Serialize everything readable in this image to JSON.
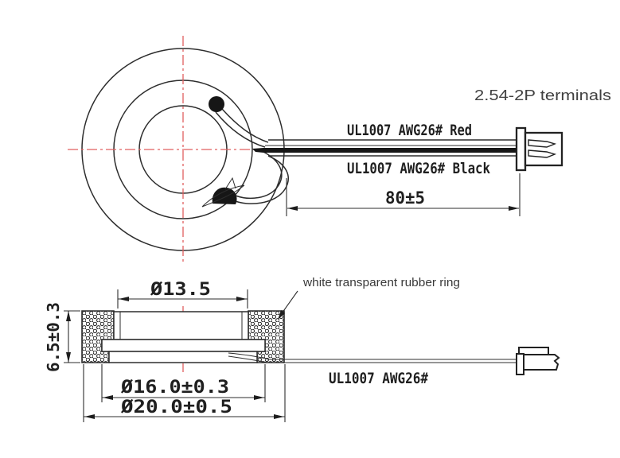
{
  "colors": {
    "line": "#2d2d2d",
    "centerline_red": "#e05f5f",
    "cad_text": "#1f1f1f",
    "annotation_text": "#414141"
  },
  "top_view": {
    "labels": {
      "terminals": "2.54-2P terminals",
      "wire_red": "UL1007 AWG26# Red",
      "wire_black": "UL1007 AWG26# Black"
    },
    "dimensions": {
      "wire_length": "80±5"
    }
  },
  "side_view": {
    "labels": {
      "rubber_ring": "white transparent rubber ring",
      "wire": "UL1007 AWG26#"
    },
    "dimensions": {
      "inner_diameter": "Ø13.5",
      "height": "6.5±0.3",
      "disc_diameter": "Ø16.0±0.3",
      "outer_diameter": "Ø20.0±0.5"
    }
  }
}
